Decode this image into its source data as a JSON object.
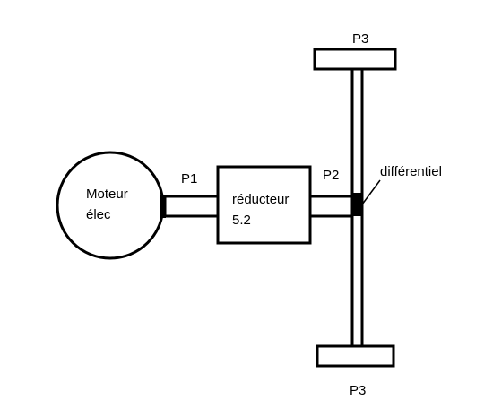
{
  "labels": {
    "motor_line1": "Moteur",
    "motor_line2": "élec",
    "reducer_line1": "réducteur",
    "reducer_line2": "5.2",
    "p1": "P1",
    "p2": "P2",
    "differential": "différentiel",
    "p3_top": "P3",
    "p3_bottom": "P3"
  },
  "colors": {
    "stroke": "#000000",
    "background": "#ffffff"
  }
}
